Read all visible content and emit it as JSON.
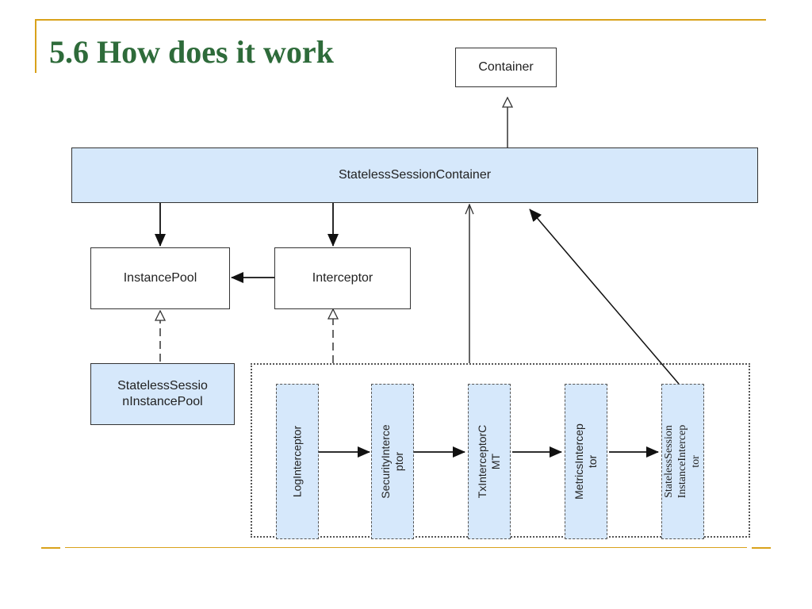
{
  "title": "5.6 How does it work",
  "diagram": {
    "container": "Container",
    "stateless_session_container": "StatelessSessionContainer",
    "instance_pool": "InstancePool",
    "interceptor": "Interceptor",
    "stateless_session_instance_pool": [
      "StatelessSessio",
      "nInstancePool"
    ],
    "interceptor_chain": [
      {
        "label": [
          "LogInterceptor"
        ]
      },
      {
        "label": [
          "SecurityInterce",
          "ptor"
        ]
      },
      {
        "label": [
          "TxInterceptorC",
          "MT"
        ]
      },
      {
        "label": [
          "MetricsIntercep",
          "tor"
        ]
      },
      {
        "label": [
          "StatelessSession",
          "InstanceIntercep",
          "tor"
        ]
      }
    ]
  },
  "colors": {
    "title": "#2e6b3a",
    "accent_rule": "#d9a21b",
    "box_fill": "#d6e8fb"
  }
}
